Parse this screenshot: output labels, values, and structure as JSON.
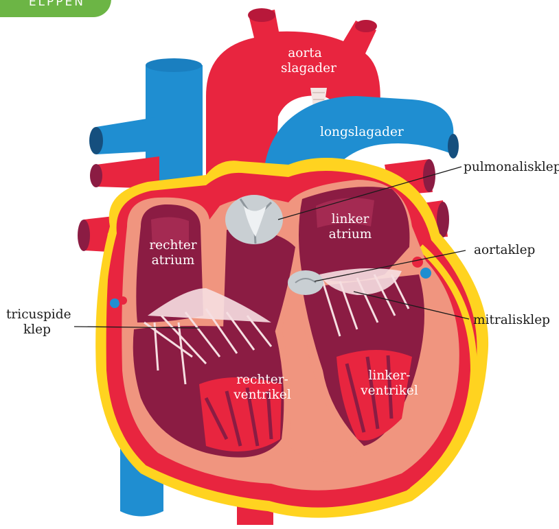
{
  "corner_tab": "ELPPEN",
  "labels": {
    "aorta_1": "aorta",
    "aorta_2": "slagader",
    "longslagader": "longslagader",
    "pulmonalisklep": "pulmonalisklep",
    "linker_atrium_1": "linker",
    "linker_atrium_2": "atrium",
    "rechter_atrium_1": "rechter",
    "rechter_atrium_2": "atrium",
    "aortaklep": "aortaklep",
    "mitralisklep": "mitralisklep",
    "tricuspide_1": "tricuspide",
    "tricuspide_2": "klep",
    "rechter_ventrikel_1": "rechter-",
    "rechter_ventrikel_2": "ventrikel",
    "linker_ventrikel_1": "linker-",
    "linker_ventrikel_2": "ventrikel"
  },
  "colors": {
    "artery_red": "#e8253f",
    "vein_blue": "#1f8ed1",
    "muscle_salmon": "#f0957f",
    "chamber_dark": "#8b1c43",
    "fat_yellow": "#ffd320",
    "valve_grey": "#c9cfd3",
    "chordae_pink": "#f6dfe2"
  }
}
